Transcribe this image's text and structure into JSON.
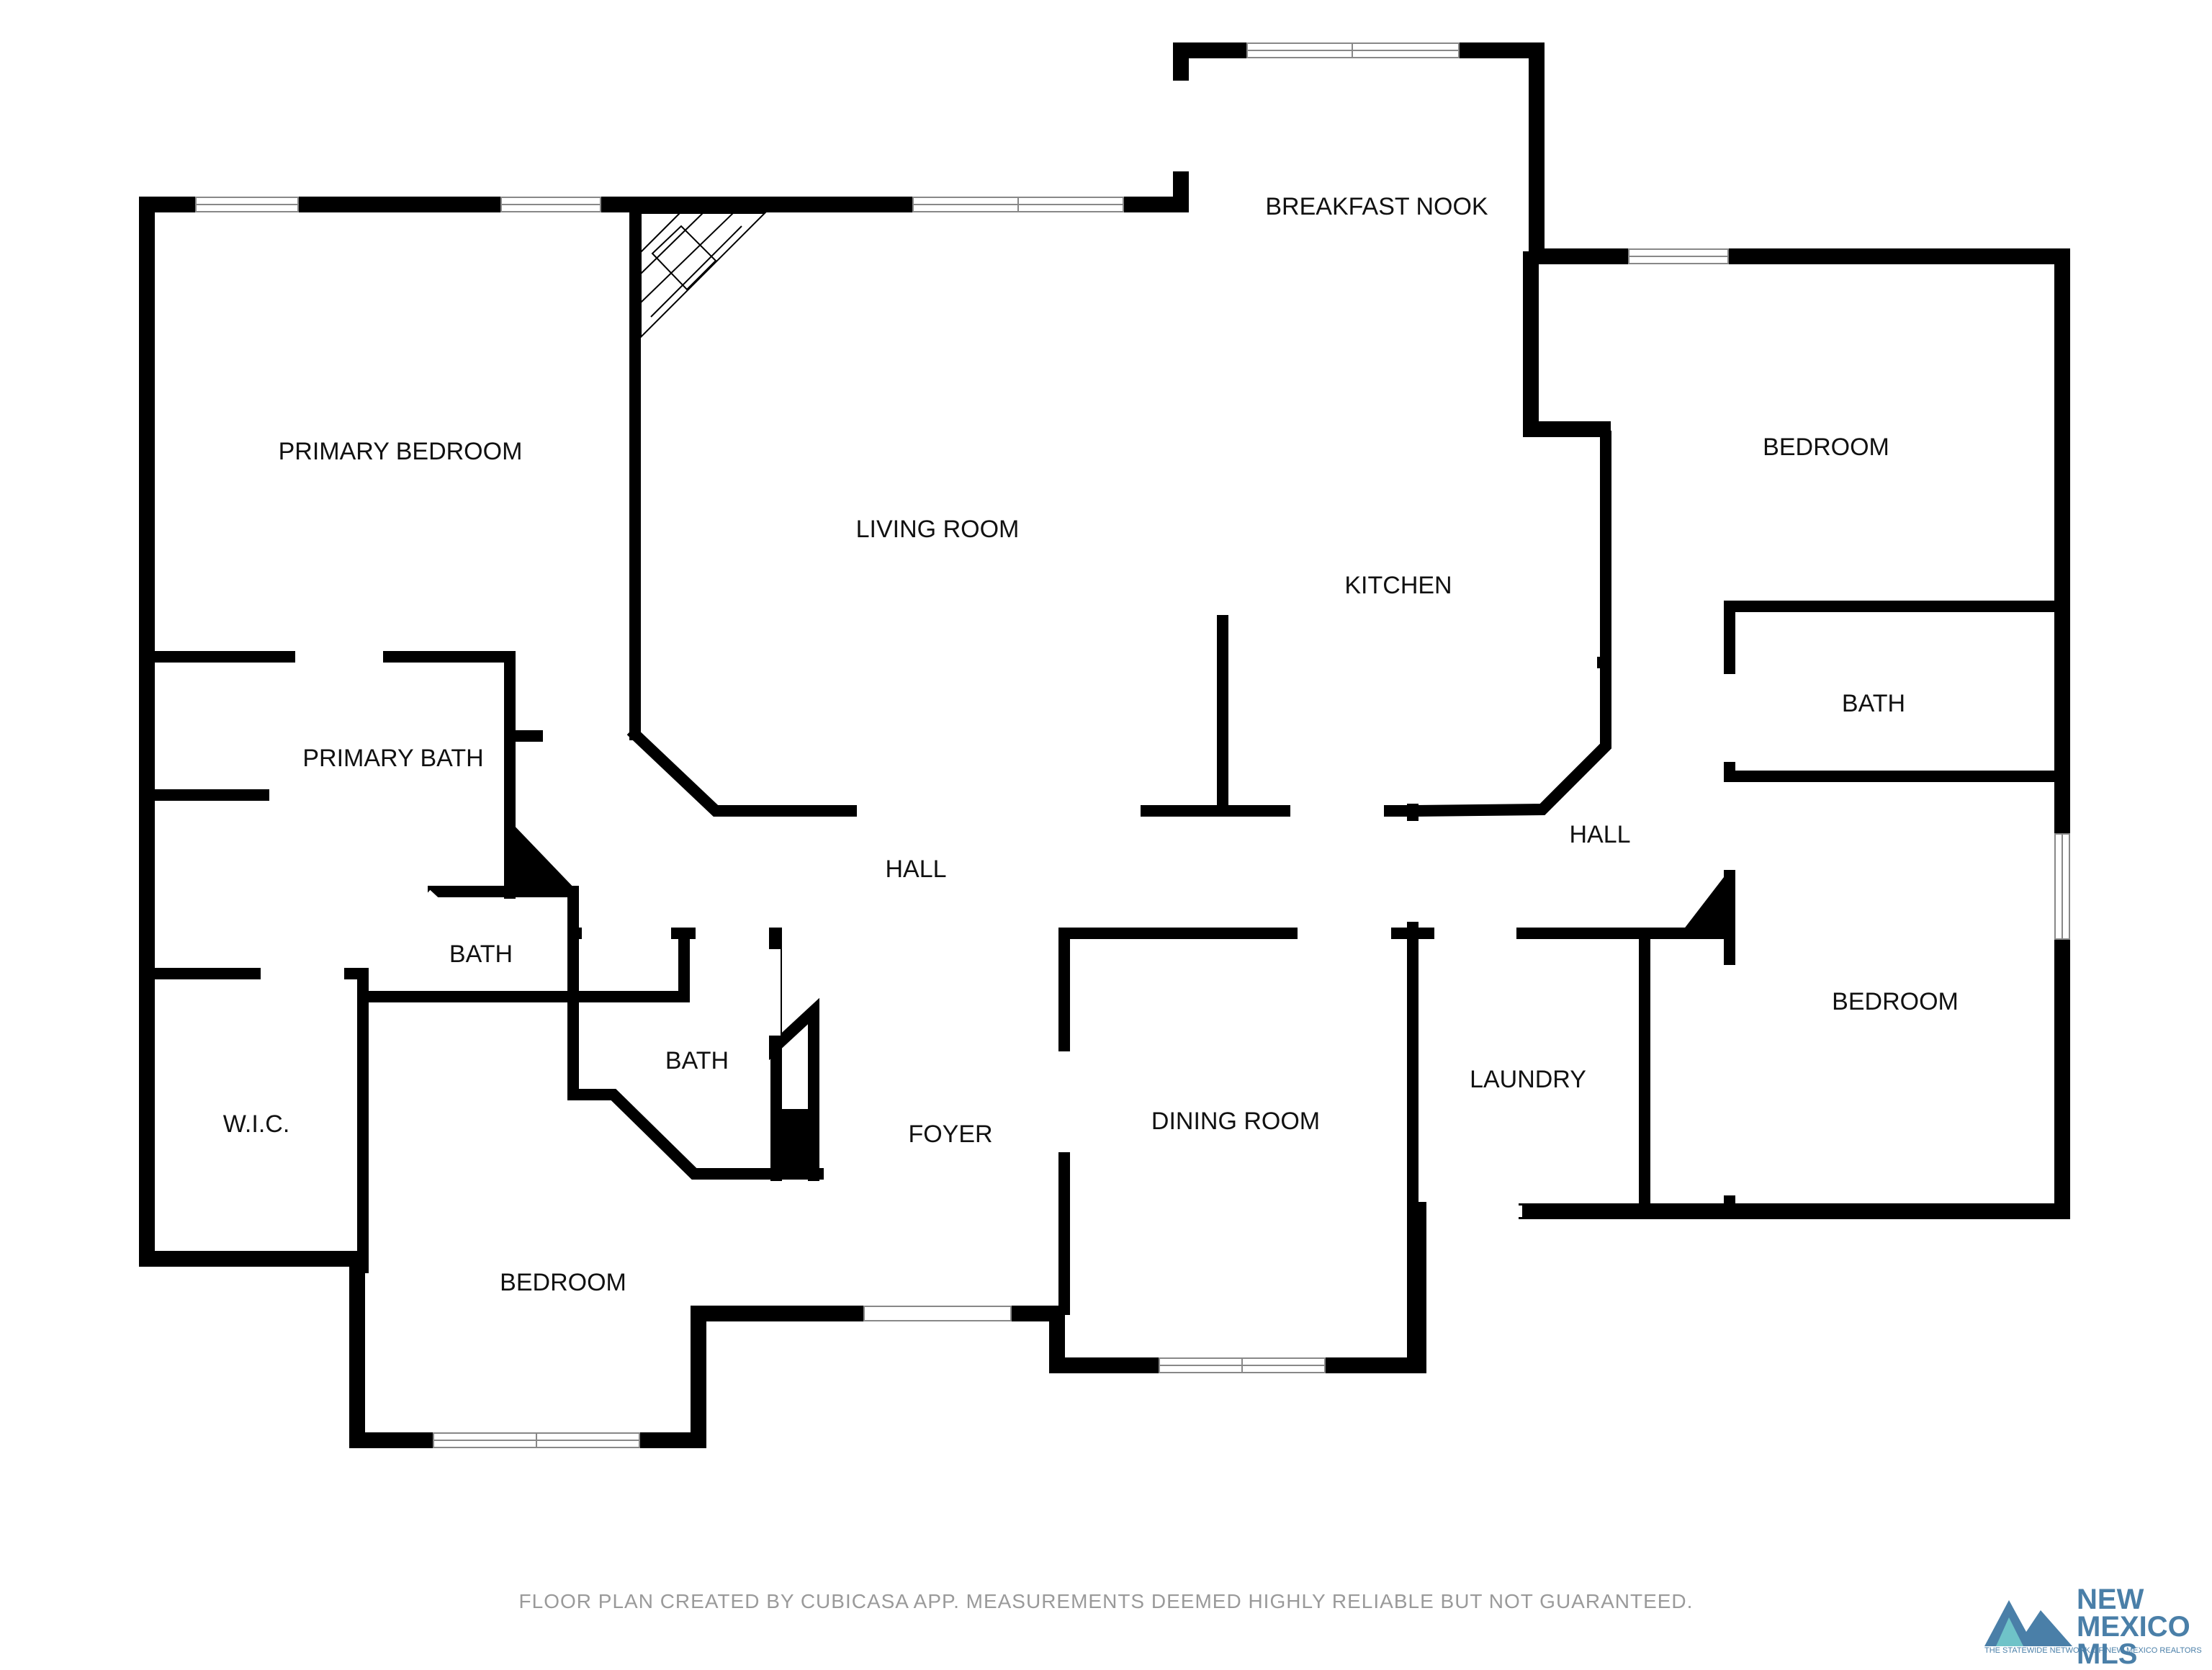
{
  "rooms": {
    "breakfast_nook": "BREAKFAST NOOK",
    "primary_bedroom": "PRIMARY BEDROOM",
    "living_room": "LIVING ROOM",
    "kitchen": "KITCHEN",
    "bedroom_east": "BEDROOM",
    "bath_east": "BATH",
    "primary_bath": "PRIMARY BATH",
    "hall_center": "HALL",
    "hall_east": "HALL",
    "bath_small": "BATH",
    "bath_mid": "BATH",
    "bedroom_southeast": "BEDROOM",
    "laundry": "LAUNDRY",
    "wic": "W.I.C.",
    "foyer": "FOYER",
    "dining_room": "DINING ROOM",
    "bedroom_southwest": "BEDROOM"
  },
  "footer": {
    "disclaimer": "FLOOR PLAN CREATED BY CUBICASA APP. MEASUREMENTS DEEMED HIGHLY RELIABLE BUT NOT GUARANTEED."
  },
  "logo": {
    "line1": "NEW",
    "line2": "MEXICO MLS",
    "tagline": "THE STATEWIDE NETWORK OF NEW MEXICO REALTORS",
    "color": "#4a7fa8",
    "accent": "#6fc3c8"
  },
  "colors": {
    "wall": "#000000",
    "opening": "#ffffff",
    "window_frame": "#777777"
  }
}
